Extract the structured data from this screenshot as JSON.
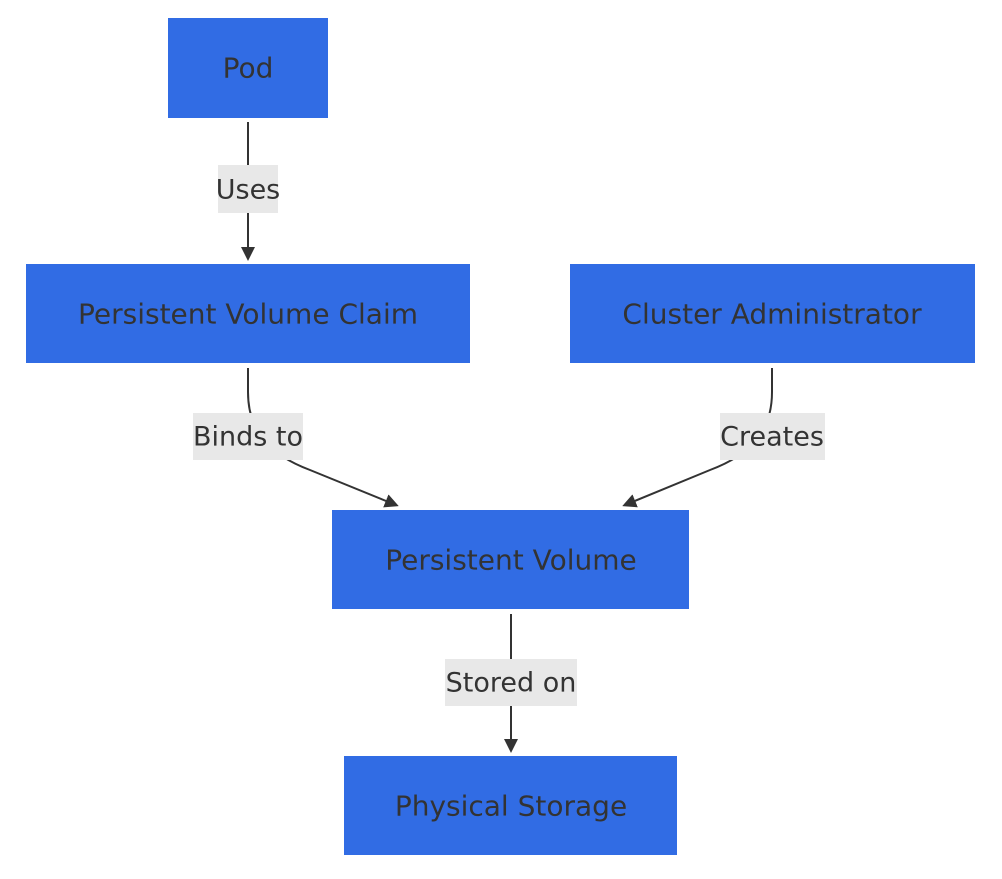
{
  "colors": {
    "node_fill": "#316ce4",
    "node_text": "#333333",
    "edge": "#333333",
    "label_bg": "#e8e8e8"
  },
  "nodes": {
    "pod": {
      "label": "Pod"
    },
    "pvc": {
      "label": "Persistent Volume Claim"
    },
    "admin": {
      "label": "Cluster Administrator"
    },
    "pv": {
      "label": "Persistent Volume"
    },
    "storage": {
      "label": "Physical Storage"
    }
  },
  "edges": {
    "uses": {
      "from": "Pod",
      "to": "Persistent Volume Claim",
      "label": "Uses"
    },
    "binds_to": {
      "from": "Persistent Volume Claim",
      "to": "Persistent Volume",
      "label": "Binds to"
    },
    "creates": {
      "from": "Cluster Administrator",
      "to": "Persistent Volume",
      "label": "Creates"
    },
    "stored_on": {
      "from": "Persistent Volume",
      "to": "Physical Storage",
      "label": "Stored on"
    }
  }
}
